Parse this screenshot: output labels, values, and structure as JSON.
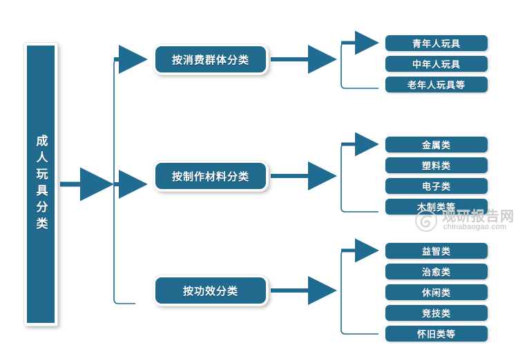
{
  "diagram": {
    "title": "成人玩具分类",
    "type": "tree-hierarchy",
    "colors": {
      "node_fill": "#206A8E",
      "node_text": "#FFFFFF",
      "connector": "#1F6B91",
      "background": "#FFFFFF",
      "watermark": "#C9C9C9"
    },
    "root": {
      "label": "成人玩具分类",
      "orientation": "vertical"
    },
    "branches": [
      {
        "label": "按消费群体分类",
        "leaves": [
          {
            "label": "青年人玩具"
          },
          {
            "label": "中年人玩具"
          },
          {
            "label": "老年人玩具等"
          }
        ]
      },
      {
        "label": "按制作材料分类",
        "leaves": [
          {
            "label": "金属类"
          },
          {
            "label": "塑料类"
          },
          {
            "label": "电子类"
          },
          {
            "label": "木制类等"
          }
        ]
      },
      {
        "label": "按功效分类",
        "leaves": [
          {
            "label": "益智类"
          },
          {
            "label": "治愈类"
          },
          {
            "label": "休闲类"
          },
          {
            "label": "竞技类"
          },
          {
            "label": "怀旧类等"
          }
        ]
      }
    ]
  },
  "watermark": {
    "text": "观研报告网",
    "url": "chinabaogao.com",
    "logo_icon": "spiral-logo-icon"
  }
}
